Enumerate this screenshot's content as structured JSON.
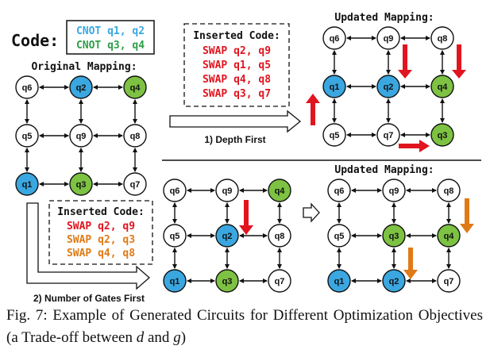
{
  "code_label": "Code:",
  "code_lines": [
    {
      "text": "CNOT q1, q2",
      "color": "#3aa7e0"
    },
    {
      "text": "CNOT q3, q4",
      "color": "#2e9e48"
    }
  ],
  "original_mapping_title": "Original Mapping:",
  "updated_mapping_title": "Updated Mapping:",
  "inserted_code_title": "Inserted Code:",
  "depth_first": {
    "label": "1) Depth First",
    "inserted": [
      {
        "text": "SWAP q2, q9",
        "color": "#e0151f"
      },
      {
        "text": "SWAP q1, q5",
        "color": "#e0151f"
      },
      {
        "text": "SWAP q4, q8",
        "color": "#e0151f"
      },
      {
        "text": "SWAP q3, q7",
        "color": "#e0151f"
      }
    ]
  },
  "gate_count": {
    "label": "2) Number of Gates First",
    "inserted": [
      {
        "text": "SWAP q2, q9",
        "color": "#e0151f"
      },
      {
        "text": "SWAP q2, q3",
        "color": "#e07a17"
      },
      {
        "text": "SWAP q4, q8",
        "color": "#e07a17"
      }
    ]
  },
  "grids": {
    "original": [
      "q6",
      "q2",
      "q4",
      "q5",
      "q9",
      "q8",
      "q1",
      "q3",
      "q7"
    ],
    "depth_updated": [
      "q6",
      "q9",
      "q8",
      "q1",
      "q2",
      "q4",
      "q5",
      "q7",
      "q3"
    ],
    "gates_intermediate": [
      "q6",
      "q9",
      "q4",
      "q5",
      "q2",
      "q8",
      "q1",
      "q3",
      "q7"
    ],
    "gates_updated": [
      "q6",
      "q9",
      "q8",
      "q5",
      "q3",
      "q4",
      "q1",
      "q2",
      "q7"
    ]
  },
  "colors": {
    "blue": "#3aa7e0",
    "green": "#7dc242",
    "red": "#e0151f",
    "orange": "#e07a17",
    "white": "#ffffff"
  },
  "qubit_colors": {
    "q1": "blue",
    "q2": "blue",
    "q3": "green",
    "q4": "green"
  },
  "caption": {
    "prefix": "Fig. 7: Example of Generated Circuits for Different Optimization Objectives (a Trade-off between ",
    "var1": "d",
    "middle": " and ",
    "var2": "g",
    "suffix": ")"
  }
}
